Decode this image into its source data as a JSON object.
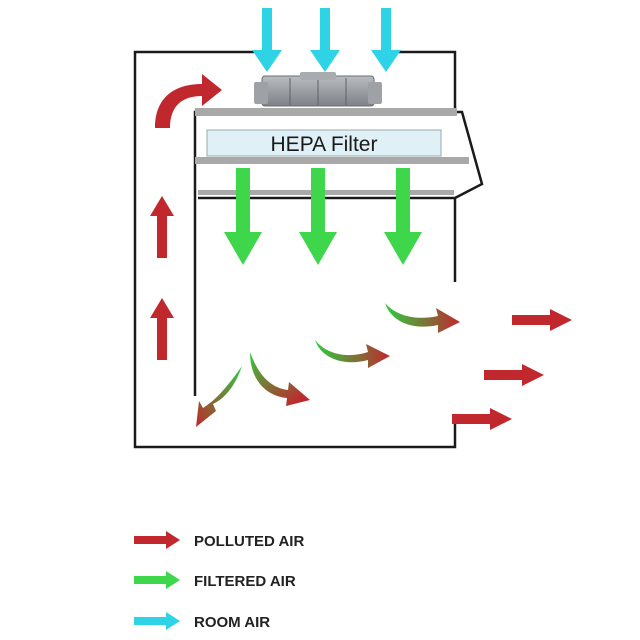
{
  "filter": {
    "label": "HEPA Filter"
  },
  "legend": [
    {
      "label": "POLLUTED AIR",
      "color": "#c0282e",
      "icon": "red-arrow-icon"
    },
    {
      "label": "FILTERED AIR",
      "color": "#2ecc40",
      "icon": "green-arrow-icon"
    },
    {
      "label": "ROOM AIR",
      "color": "#2fd3e6",
      "icon": "cyan-arrow-icon"
    }
  ],
  "colors": {
    "polluted": "#c0282e",
    "filtered": "#2ecc40",
    "room": "#2fd3e6",
    "outline": "#1a1a1a",
    "filter_fill": "#dff0f6",
    "plate": "#a9a9a9"
  }
}
